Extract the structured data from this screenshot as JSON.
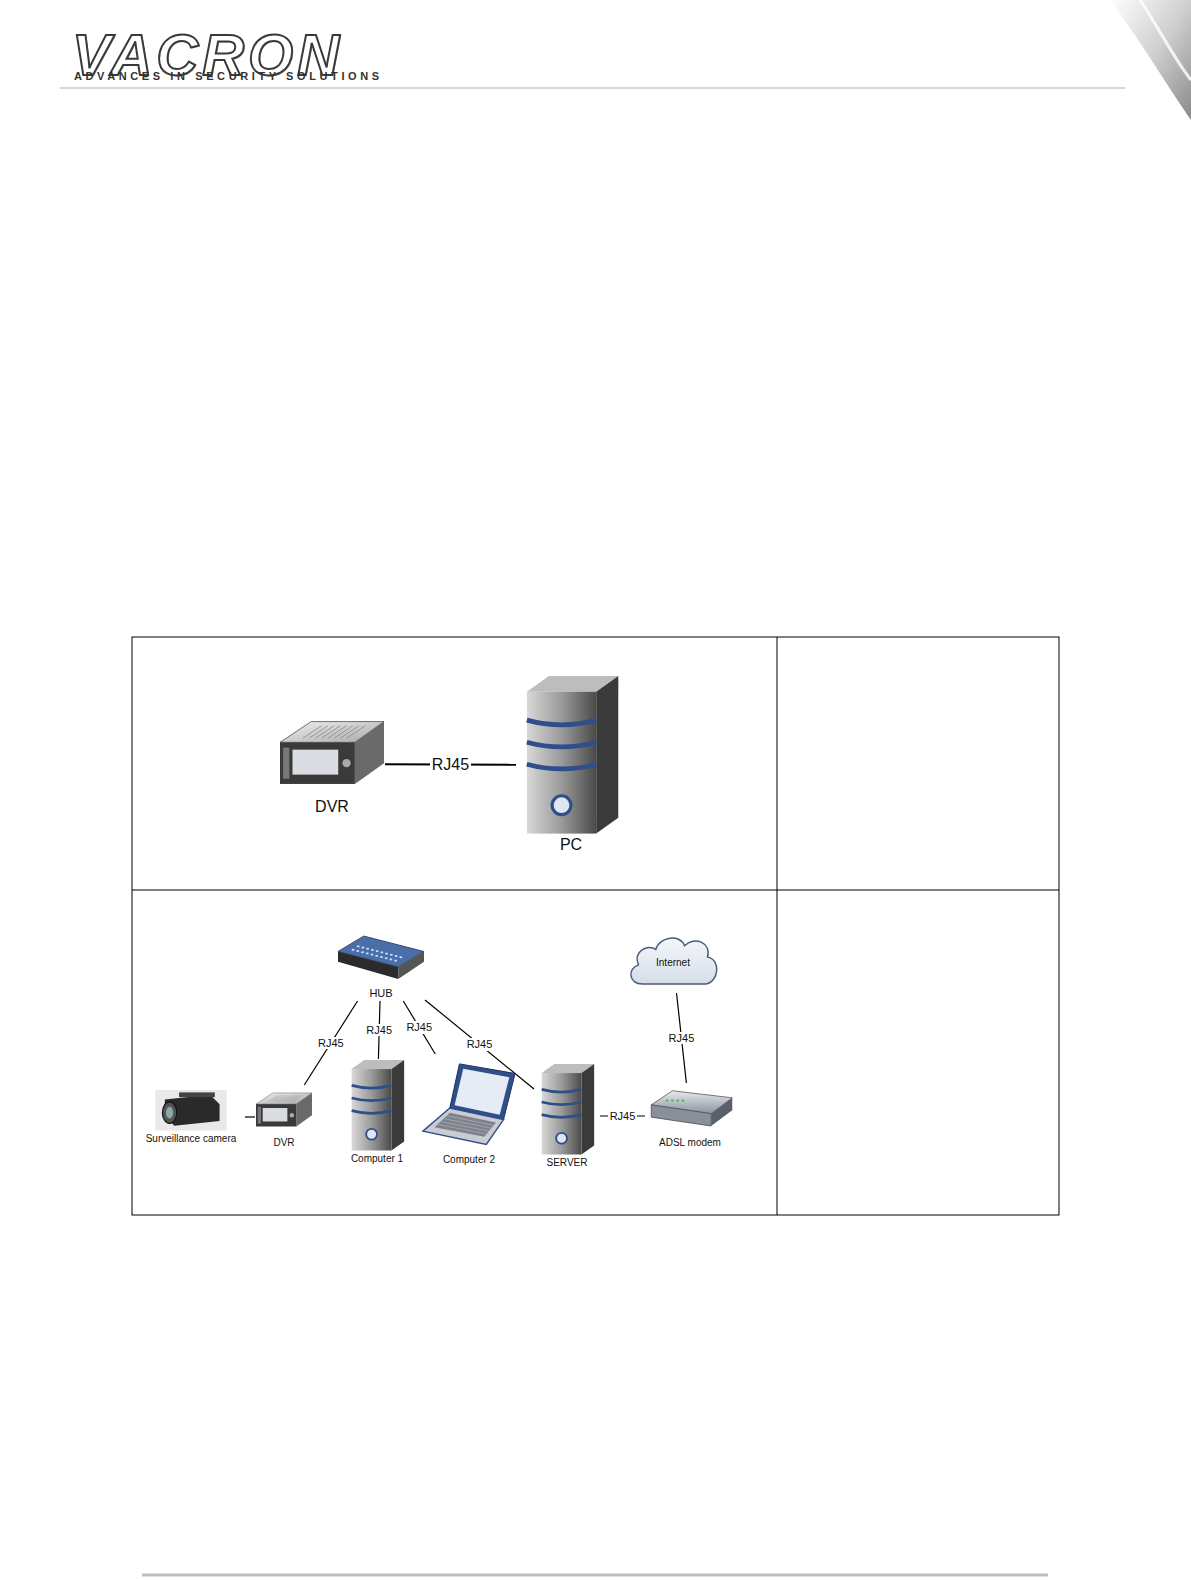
{
  "diagram": {
    "nodes": [
      {
        "text": [
          "DVR"
        ]
      },
      {
        "text": [
          "PC"
        ]
      },
      {
        "text": [
          "HUB"
        ]
      },
      {
        "text": [
          "Internet"
        ]
      },
      {
        "text": [
          "Surveillance camera"
        ]
      },
      {
        "text": [
          "DVR"
        ]
      },
      {
        "text": [
          "Computer 1"
        ]
      },
      {
        "text": [
          "Computer 2"
        ]
      },
      {
        "text": [
          "SERVER"
        ]
      },
      {
        "text": [
          "ADSL modem"
        ]
      }
    ],
    "edges": [
      {
        "from": 0,
        "to": 1,
        "label": "RJ45",
        "arrow": "none"
      },
      {
        "from": 2,
        "to": 5,
        "label": "RJ45",
        "arrow": "none"
      },
      {
        "from": 2,
        "to": 6,
        "label": "RJ45",
        "arrow": "none"
      },
      {
        "from": 2,
        "to": 7,
        "label": "RJ45",
        "arrow": "none"
      },
      {
        "from": 2,
        "to": 8,
        "label": "RJ45",
        "arrow": "none"
      },
      {
        "from": 4,
        "to": 5,
        "arrow": "none"
      },
      {
        "from": 8,
        "to": 9,
        "label": "RJ45",
        "arrow": "none"
      },
      {
        "from": 9,
        "to": 3,
        "label": "RJ45",
        "arrow": "none"
      }
    ],
    "labels": [
      "VACRON",
      "ADVANCES IN SECURITY SOLUTIONS"
    ]
  }
}
